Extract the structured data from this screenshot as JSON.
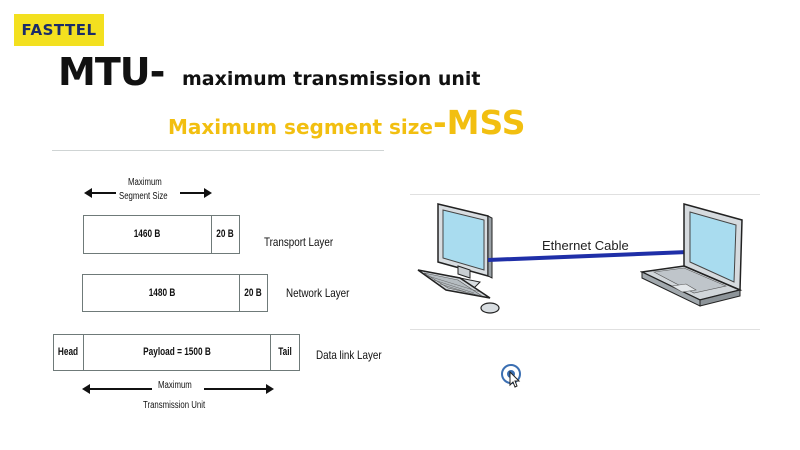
{
  "brand": {
    "logo_text": "FASTTEL"
  },
  "heading": {
    "mtu": "MTU-",
    "mtu_full": "maximum transmission unit",
    "mss_text": "Maximum segment size",
    "mss_abbrev": "-MSS"
  },
  "diagram": {
    "mss_label_line1": "Maximum",
    "mss_label_line2": "Segment Size",
    "transport": {
      "payload": "1460 B",
      "header": "20 B",
      "layer": "Transport Layer"
    },
    "network": {
      "payload": "1480 B",
      "header": "20 B",
      "layer": "Network Layer"
    },
    "datalink": {
      "head": "Head",
      "payload": "Payload = 1500 B",
      "tail": "Tail",
      "layer": "Data link Layer"
    },
    "mtu_label_line1": "Maximum",
    "mtu_label_line2": "Transmission Unit"
  },
  "network_illustration": {
    "cable_label": "Ethernet Cable",
    "cable_color": "#1f2fa8"
  }
}
